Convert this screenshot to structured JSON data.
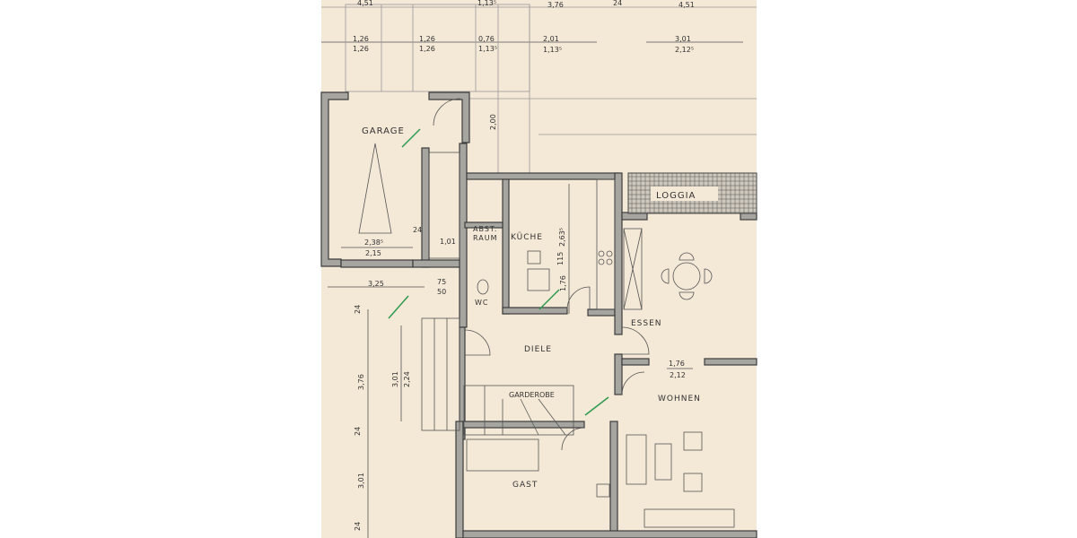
{
  "colors": {
    "paper": "#f4e8d6",
    "wall": "#a7a5a0",
    "ink": "#333333",
    "check_mark": "#2e9a4e"
  },
  "rooms": {
    "garage": "GARAGE",
    "abst_1": "ABST.",
    "abst_2": "RAUM",
    "kueche": "KÜCHE",
    "wc": "WC",
    "diele": "DIELE",
    "essen": "ESSEN",
    "wohnen": "WOHNEN",
    "garderobe": "GARDEROBE",
    "gast": "GAST",
    "loggia": "LOGGIA"
  },
  "dimensions": {
    "top": [
      "4,51",
      "1,13⁵",
      "3,76",
      "24",
      "4,51"
    ],
    "second": [
      {
        "a": "1,26",
        "b": "1,26"
      },
      {
        "a": "1,26",
        "b": "1,26"
      },
      {
        "a": "0,76",
        "b": "1,13⁵"
      },
      {
        "a": "2,01",
        "b": "1,13⁵"
      },
      {
        "a": "3,01",
        "b": "2,12⁵"
      }
    ],
    "vertical_200": "2,00",
    "garage_a": "2,38⁵",
    "garage_b": "2,15",
    "stair_24": "24",
    "stair_width": "1,01",
    "width_325": "3,25",
    "small_a": "75",
    "small_b": "50",
    "left": [
      "24",
      "3,76",
      "24",
      "3,01",
      "24"
    ],
    "entry_a": "3,01",
    "entry_b": "2,24",
    "kitchen_a": "2,63⁵",
    "kitchen_b": "115",
    "kitchen_c": "1,76",
    "opening_a": "1,76",
    "opening_b": "2,12"
  }
}
